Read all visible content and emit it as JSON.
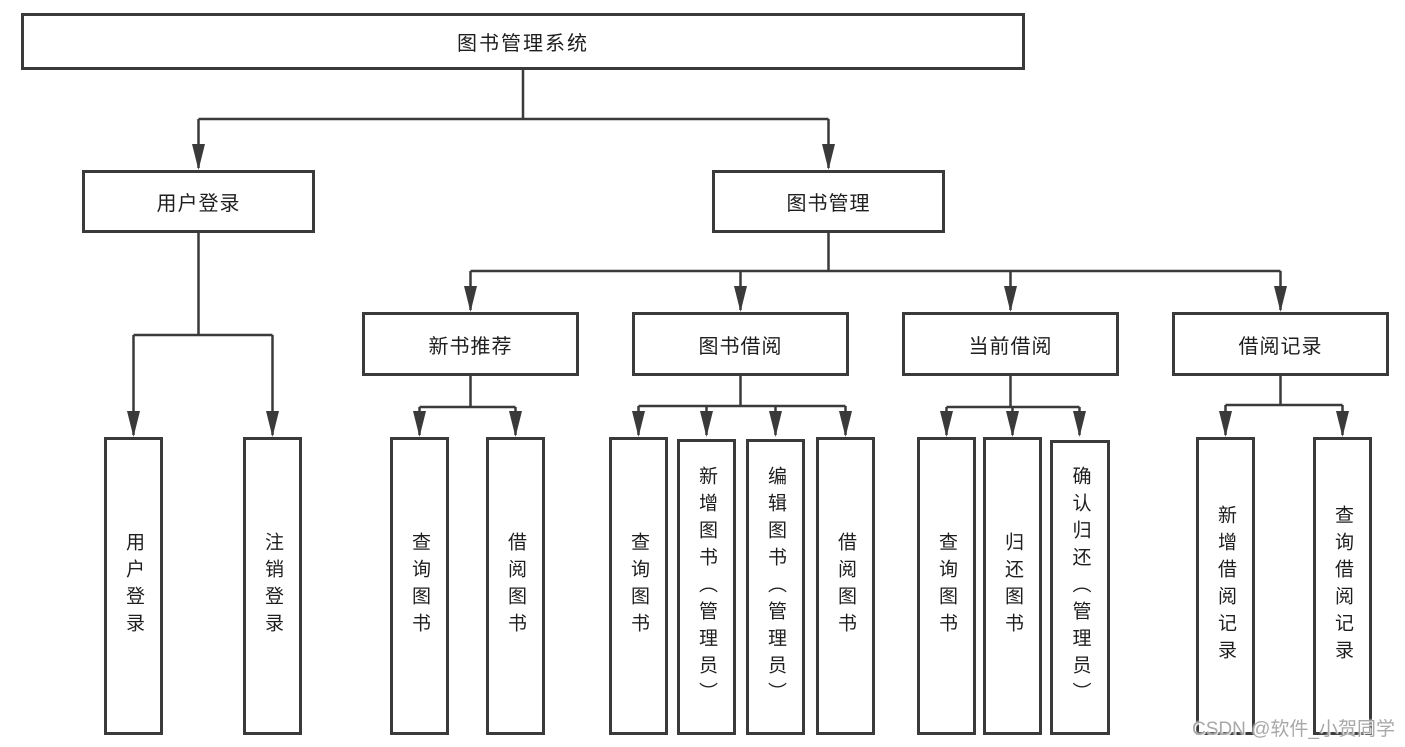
{
  "diagram": {
    "root": "图书管理系统",
    "branches": [
      {
        "label": "用户登录",
        "children": [
          {
            "label": "用户登录"
          },
          {
            "label": "注销登录"
          }
        ]
      },
      {
        "label": "图书管理",
        "children": [
          {
            "label": "新书推荐",
            "children": [
              {
                "label": "查询图书"
              },
              {
                "label": "借阅图书"
              }
            ]
          },
          {
            "label": "图书借阅",
            "children": [
              {
                "label": "查询图书"
              },
              {
                "label": "新增图书（管理员）"
              },
              {
                "label": "编辑图书（管理员）"
              },
              {
                "label": "借阅图书"
              }
            ]
          },
          {
            "label": "当前借阅",
            "children": [
              {
                "label": "查询图书"
              },
              {
                "label": "归还图书"
              },
              {
                "label": "确认归还（管理员）"
              }
            ]
          },
          {
            "label": "借阅记录",
            "children": [
              {
                "label": "新增借阅记录"
              },
              {
                "label": "查询借阅记录"
              }
            ]
          }
        ]
      }
    ],
    "watermark": "CSDN @软件_小贺同学",
    "colors": {
      "line": "#3a3a3a",
      "text": "#1e1e1e",
      "watermark": "#a8a8a8",
      "background": "#ffffff"
    }
  }
}
